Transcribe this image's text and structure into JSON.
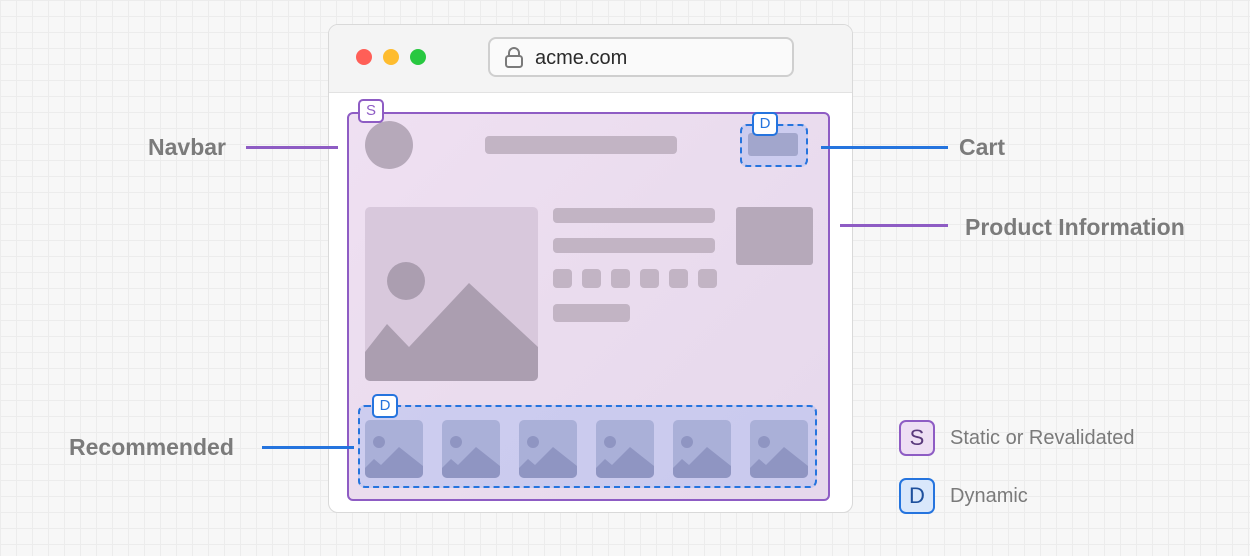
{
  "browser": {
    "url": "acme.com",
    "traffic_light_colors": [
      "#ff5f57",
      "#febc2e",
      "#28c840"
    ]
  },
  "badges": {
    "static_letter": "S",
    "dynamic_letter": "D"
  },
  "callouts": {
    "navbar": "Navbar",
    "cart": "Cart",
    "product_information": "Product Information",
    "recommended": "Recommended"
  },
  "legend": {
    "static_letter": "S",
    "static_label": "Static or Revalidated",
    "dynamic_letter": "D",
    "dynamic_label": "Dynamic"
  },
  "colors": {
    "static_accent": "#8e5cc4",
    "dynamic_accent": "#2574de"
  },
  "recommended_tile_count": 6,
  "icons": [
    "lock-icon",
    "image-placeholder-icon"
  ]
}
